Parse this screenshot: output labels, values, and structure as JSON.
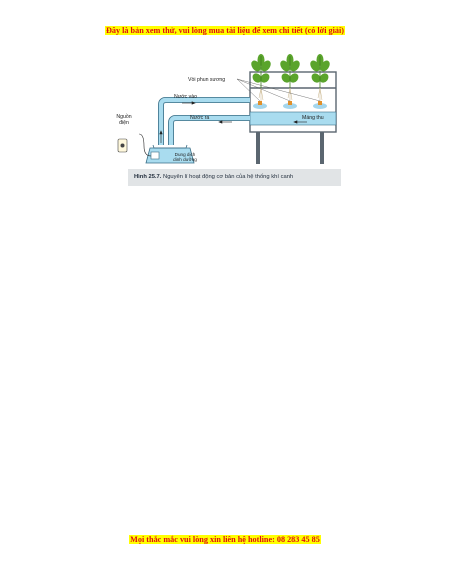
{
  "header": {
    "notice": "Đây là bản xem thử, vui lòng mua tài liệu để xem chi tiết (có lời giải)"
  },
  "figure": {
    "labels": {
      "sprayer": "Vòi phun sương",
      "water_in": "Nước vào",
      "power_line1": "Nguồn",
      "power_line2": "điện",
      "water_out": "Nước ra",
      "trough": "Máng thu",
      "solution_line1": "Dung dịch",
      "solution_line2": "dinh dưỡng"
    },
    "caption_number": "Hình 25.7.",
    "caption_text": "Nguyên lí hoạt động cơ bản của hệ thống khí canh"
  },
  "footer": {
    "notice": "Mọi thắc mắc vui lòng xin liên hệ hotline: 08 283 45 85"
  },
  "colors": {
    "banner_bg": "#ffff00",
    "banner_text": "#e01010",
    "water": "#a9dcef",
    "pipe_stroke": "#3a6e86",
    "plant": "#5aa42c",
    "stand": "#5b6670"
  }
}
